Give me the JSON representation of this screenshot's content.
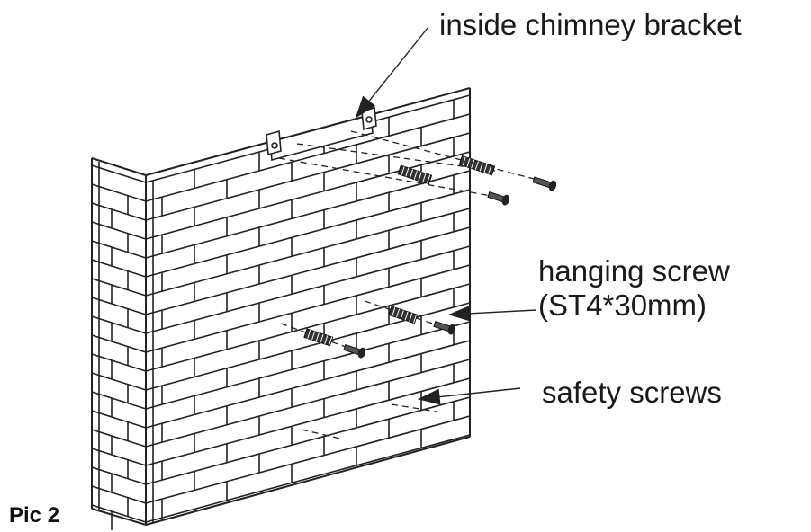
{
  "labels": {
    "bracket": "inside chimney bracket",
    "hanging_line1": "hanging screw",
    "hanging_line2": "(ST4*30mm)",
    "safety": "safety screws",
    "figure": "Pic 2"
  },
  "colors": {
    "line": "#222222",
    "background": "#ffffff"
  }
}
